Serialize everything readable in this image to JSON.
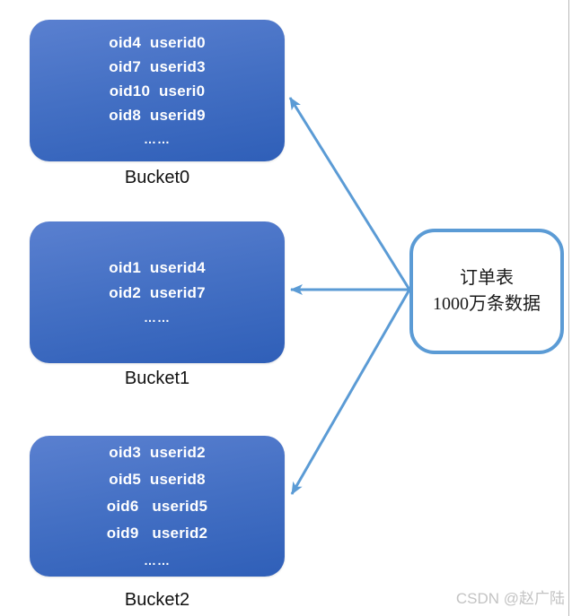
{
  "buckets": [
    {
      "label": "Bucket0",
      "rows": [
        "oid4  userid0",
        "oid7  userid3",
        "oid10  useri0",
        "oid8  userid9"
      ],
      "ellipsis": "……"
    },
    {
      "label": "Bucket1",
      "rows": [
        "oid1  userid4",
        "oid2  userid7"
      ],
      "ellipsis": "……"
    },
    {
      "label": "Bucket2",
      "rows": [
        "oid3  userid2",
        "oid5  userid8",
        "oid6   userid5",
        "oid9   userid2"
      ],
      "ellipsis": "……"
    }
  ],
  "source_box": {
    "line1": "订单表",
    "line2": "1000万条数据"
  },
  "connections": [
    {
      "from": "order-table",
      "to": "Bucket0"
    },
    {
      "from": "order-table",
      "to": "Bucket1"
    },
    {
      "from": "order-table",
      "to": "Bucket2"
    }
  ],
  "watermark": "CSDN @赵广陆",
  "colors": {
    "bucket-top": "#5a80d0",
    "bucket-mid": "#4470c4",
    "bucket-bottom": "#2f5fb8",
    "bucket-text": "#ffffff",
    "arrow": "#5b9bd5",
    "box-border": "#5b9bd5",
    "label-text": "#111111",
    "watermark-text": "#c3c3c3",
    "edge-line": "#b9b9b9"
  }
}
